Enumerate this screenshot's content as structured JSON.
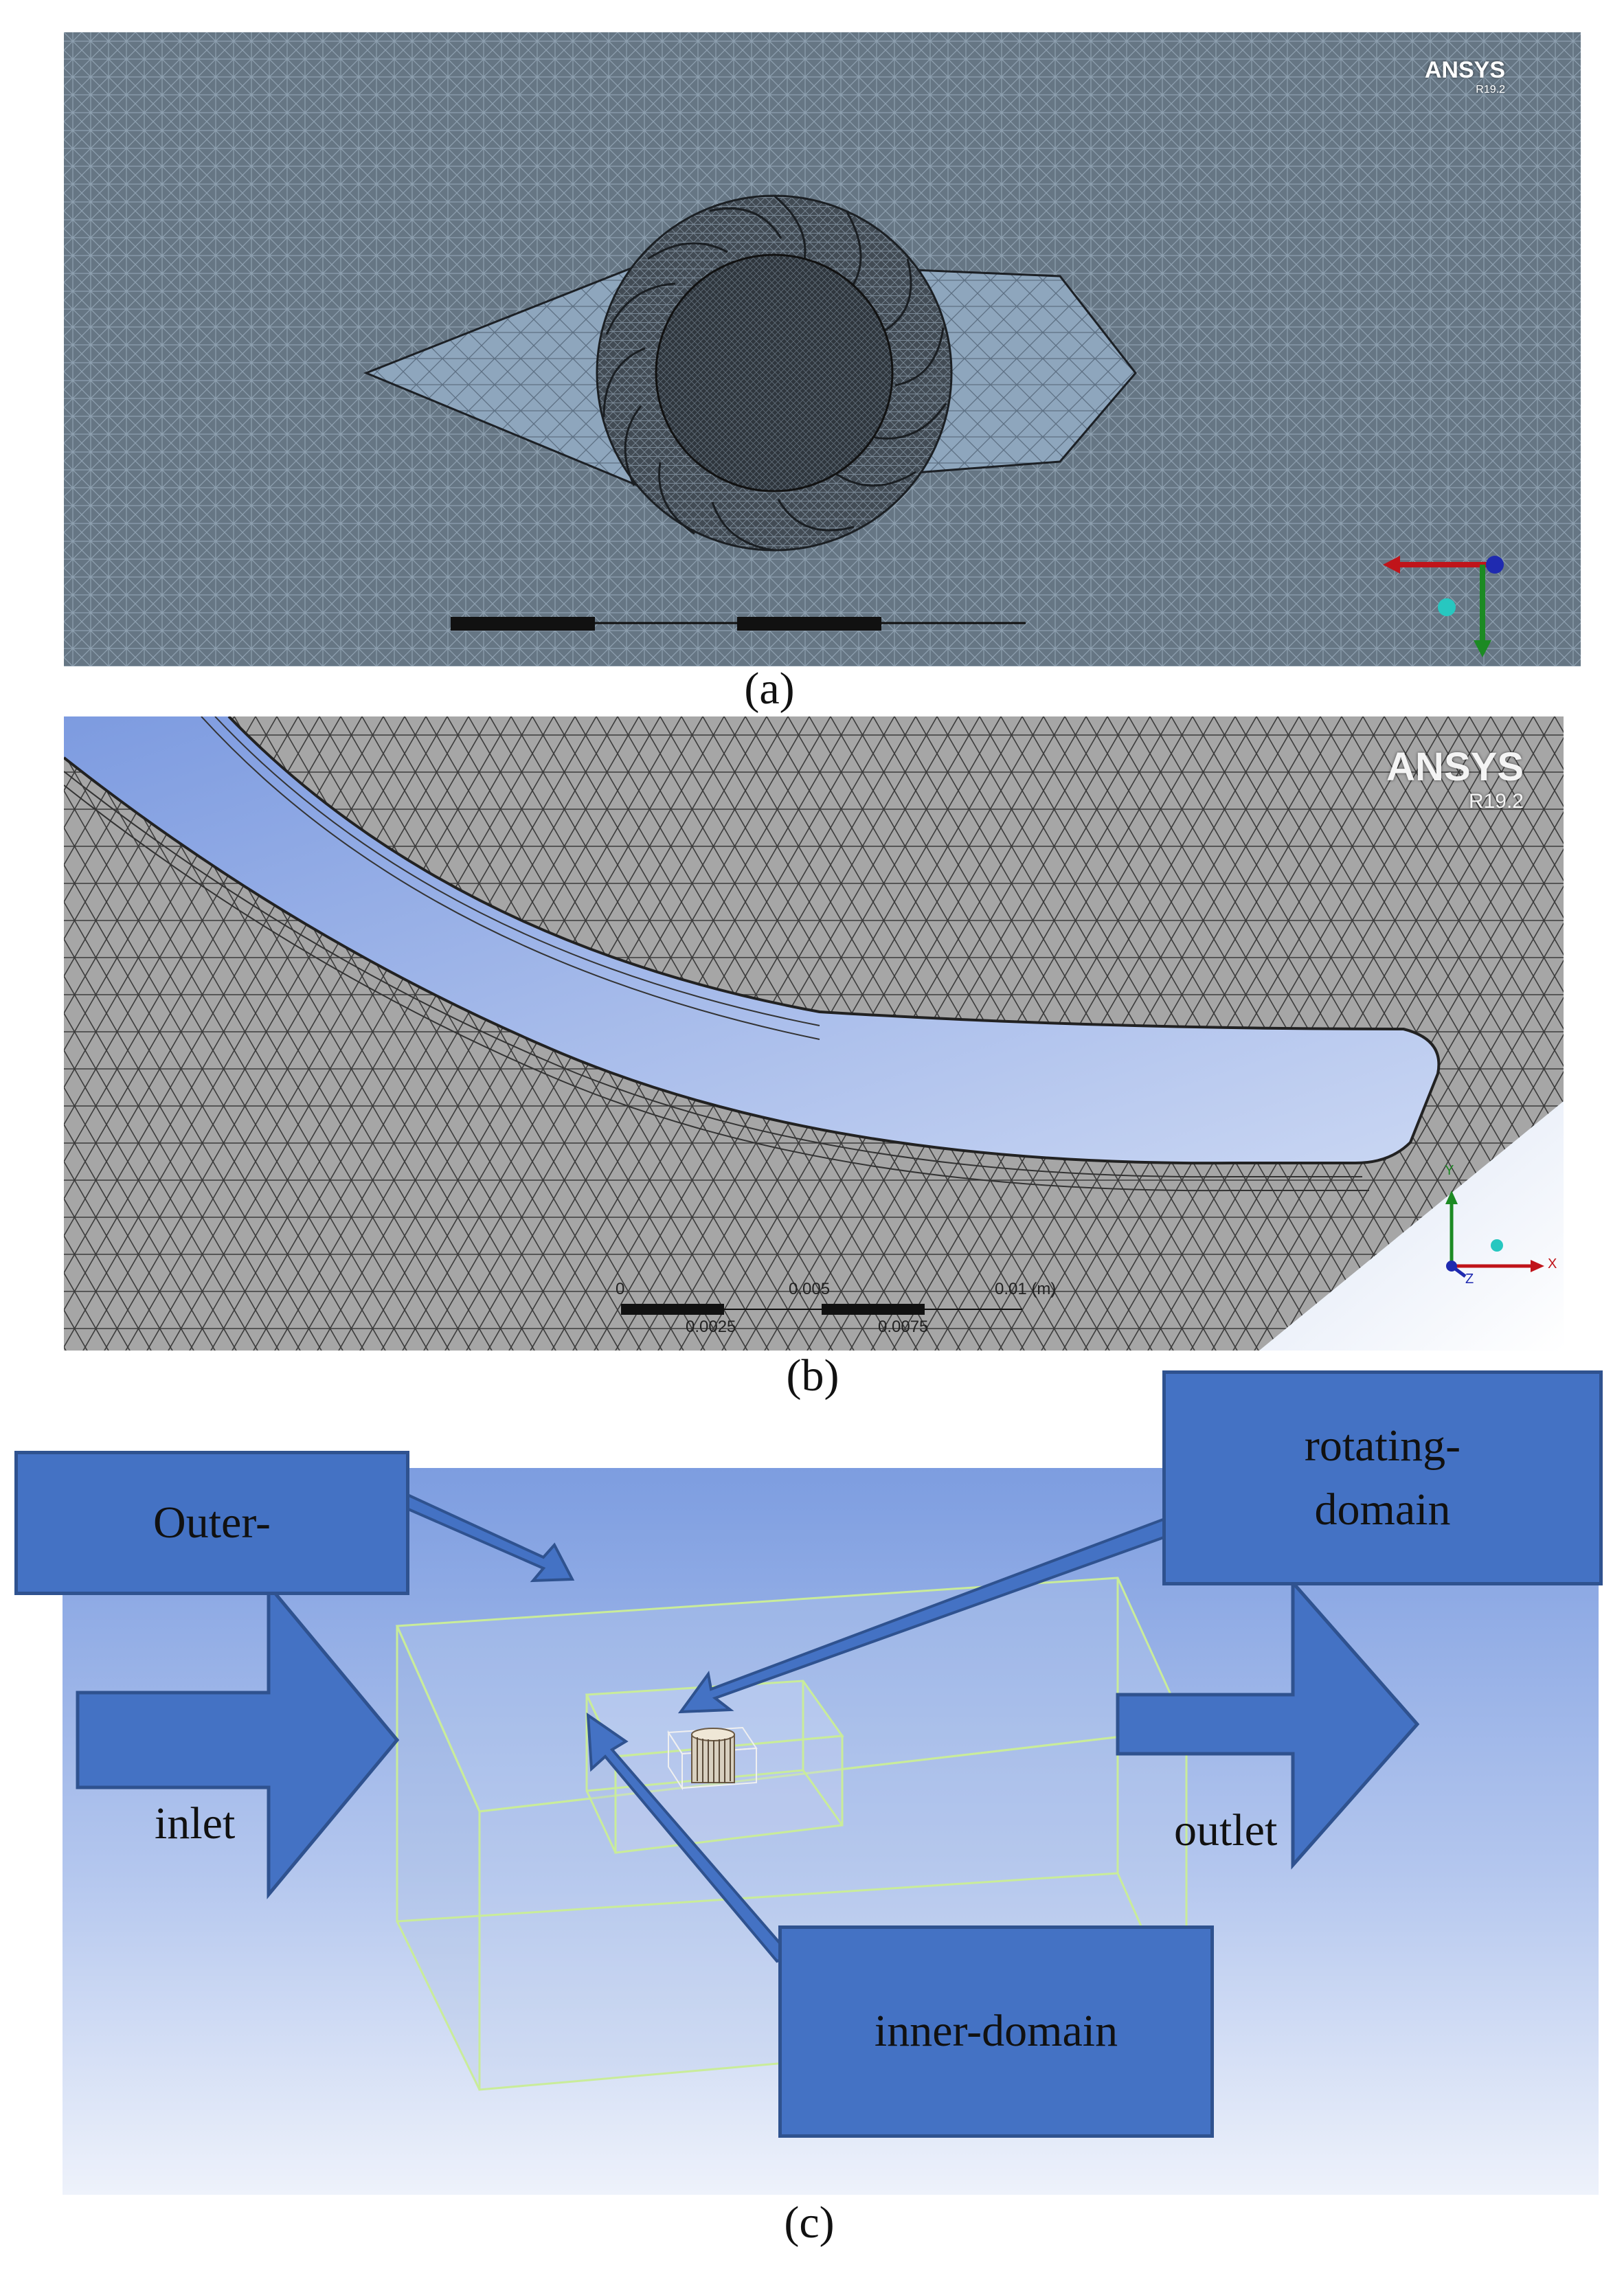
{
  "panels": {
    "a": {
      "caption": "(a)",
      "brand": "ANSYS",
      "version": "R19.2"
    },
    "b": {
      "caption": "(b)",
      "brand": "ANSYS",
      "version": "R19.2",
      "scalebar": {
        "ticks_top": [
          "0",
          "0.005",
          "0.01 (m)"
        ],
        "ticks_bottom": [
          "0.0025",
          "0.0075"
        ]
      },
      "axes": {
        "y": "Y",
        "x": "X",
        "z": "Z"
      }
    },
    "c": {
      "caption": "(c)",
      "labels": {
        "outer": "Outer-",
        "rotating": "rotating-\ndomain",
        "inlet": "inlet",
        "outlet": "outlet",
        "inner": "inner-domain"
      }
    }
  },
  "colors": {
    "mesh_background": "#5a6772",
    "mesh_light": "#8fa6bd",
    "blade_blue": "#9bb3e8",
    "callout_fill": "#4472c4",
    "callout_border": "#2f528f",
    "gray_mesh": "#a4a4a4"
  }
}
